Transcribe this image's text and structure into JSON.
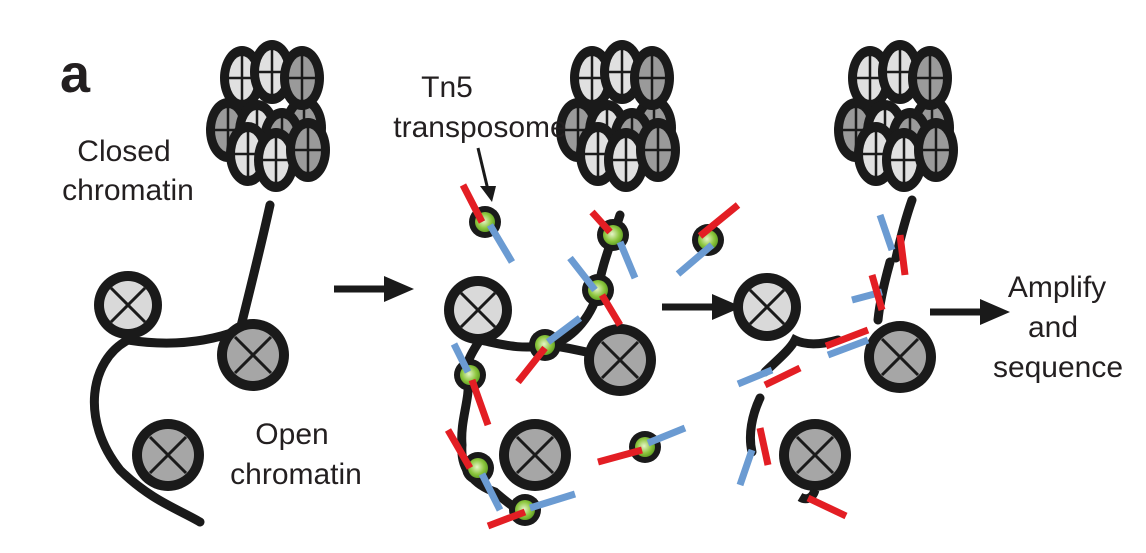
{
  "panel_letter": "a",
  "labels": {
    "closed_line1": "Closed",
    "closed_line2": "chromatin",
    "open_line1": "Open",
    "open_line2": "chromatin",
    "tn5_line1": "Tn5",
    "tn5_line2": "transposome",
    "final_line1": "Amplify",
    "final_line2": "and",
    "final_line3": "sequence"
  },
  "colors": {
    "dna": "#1a1a1a",
    "nucleosome_light": "#d9d9d9",
    "nucleosome_mid": "#a6a6a6",
    "nucleosome_dark": "#8c8c8c",
    "tn5_core": "#8dc63f",
    "adapter_red": "#e31e24",
    "adapter_blue": "#6b9bd2"
  },
  "icons": [
    "nucleosome-icon",
    "tn5-transposome-icon",
    "arrow-right-icon"
  ]
}
